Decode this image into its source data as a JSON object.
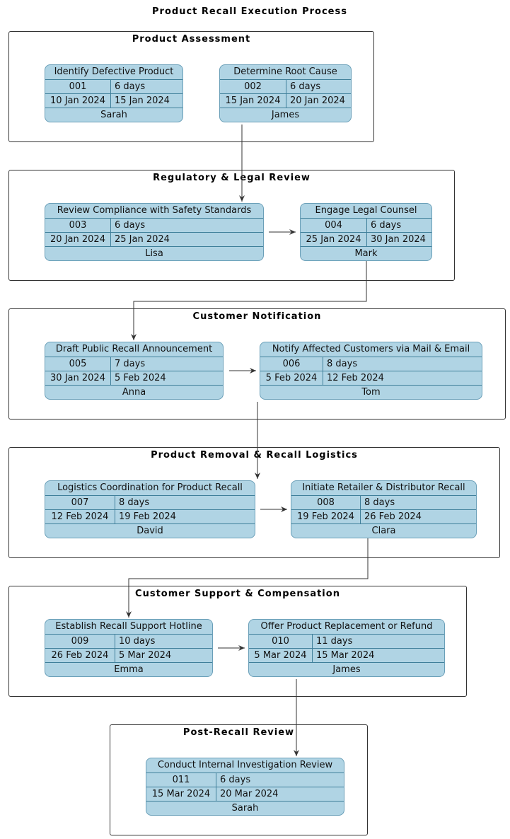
{
  "title": "Product Recall Execution Process",
  "colors": {
    "node_fill": "#b0d4e4",
    "node_border": "#3f7f9a",
    "arrow": "#333333"
  },
  "groups": [
    {
      "title": "Product Assessment",
      "nodes": [
        {
          "name": "Identify Defective Product",
          "id": "001",
          "duration": "6 days",
          "start": "10 Jan 2024",
          "end": "15 Jan 2024",
          "owner": "Sarah"
        },
        {
          "name": "Determine Root Cause",
          "id": "002",
          "duration": "6 days",
          "start": "15 Jan 2024",
          "end": "20 Jan 2024",
          "owner": "James"
        }
      ]
    },
    {
      "title": "Regulatory & Legal Review",
      "nodes": [
        {
          "name": "Review Compliance with Safety Standards",
          "id": "003",
          "duration": "6 days",
          "start": "20 Jan 2024",
          "end": "25 Jan 2024",
          "owner": "Lisa"
        },
        {
          "name": "Engage Legal Counsel",
          "id": "004",
          "duration": "6 days",
          "start": "25 Jan 2024",
          "end": "30 Jan 2024",
          "owner": "Mark"
        }
      ]
    },
    {
      "title": "Customer Notification",
      "nodes": [
        {
          "name": "Draft Public Recall Announcement",
          "id": "005",
          "duration": "7 days",
          "start": "30 Jan 2024",
          "end": "5 Feb 2024",
          "owner": "Anna"
        },
        {
          "name": "Notify Affected Customers via Mail & Email",
          "id": "006",
          "duration": "8 days",
          "start": "5 Feb 2024",
          "end": "12 Feb 2024",
          "owner": "Tom"
        }
      ]
    },
    {
      "title": "Product Removal & Recall Logistics",
      "nodes": [
        {
          "name": "Logistics Coordination for Product Recall",
          "id": "007",
          "duration": "8 days",
          "start": "12 Feb 2024",
          "end": "19 Feb 2024",
          "owner": "David"
        },
        {
          "name": "Initiate Retailer & Distributor Recall",
          "id": "008",
          "duration": "8 days",
          "start": "19 Feb 2024",
          "end": "26 Feb 2024",
          "owner": "Clara"
        }
      ]
    },
    {
      "title": "Customer Support & Compensation",
      "nodes": [
        {
          "name": "Establish Recall Support Hotline",
          "id": "009",
          "duration": "10 days",
          "start": "26 Feb 2024",
          "end": "5 Mar 2024",
          "owner": "Emma"
        },
        {
          "name": "Offer Product Replacement or Refund",
          "id": "010",
          "duration": "11 days",
          "start": "5 Mar 2024",
          "end": "15 Mar 2024",
          "owner": "James"
        }
      ]
    },
    {
      "title": "Post-Recall Review",
      "nodes": [
        {
          "name": "Conduct Internal Investigation Review",
          "id": "011",
          "duration": "6 days",
          "start": "15 Mar 2024",
          "end": "20 Mar 2024",
          "owner": "Sarah"
        }
      ]
    }
  ]
}
